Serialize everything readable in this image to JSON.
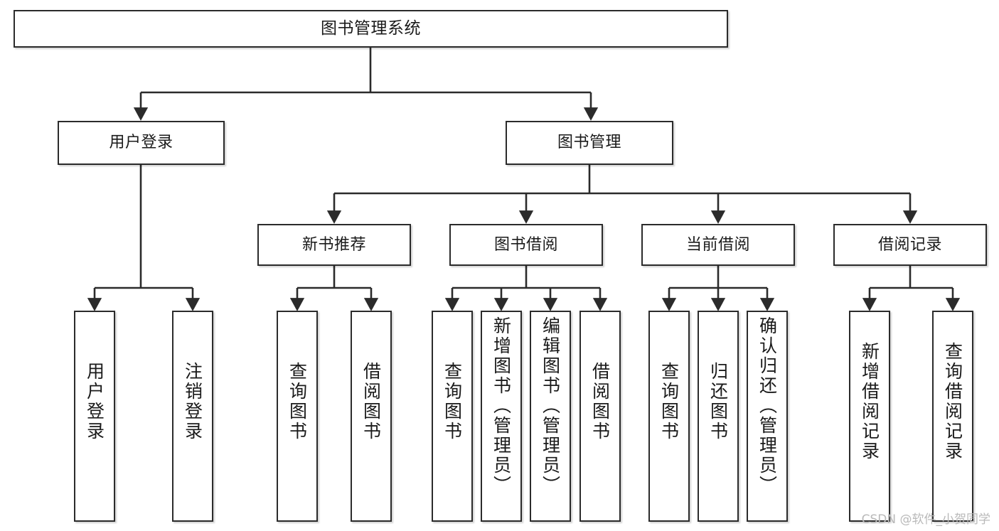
{
  "diagram": {
    "title": "图书管理系统",
    "type": "tree-hierarchy-diagram",
    "watermark": "CSDN @软件_小贺同学",
    "colors": {
      "background": "#ffffff",
      "box_border": "#2b2b2b",
      "box_fill": "#ffffff",
      "connector": "#2b2b2b",
      "text": "#1a1a1a",
      "watermark": "#b9b9b9"
    },
    "root": {
      "label": "图书管理系统"
    },
    "level2": [
      {
        "label": "用户登录"
      },
      {
        "label": "图书管理"
      }
    ],
    "level3": [
      {
        "label": "新书推荐"
      },
      {
        "label": "图书借阅"
      },
      {
        "label": "当前借阅"
      },
      {
        "label": "借阅记录"
      }
    ],
    "leaves": {
      "user_login": [
        {
          "label": "用户登录"
        },
        {
          "label": "注销登录"
        }
      ],
      "new_book_recommend": [
        {
          "label": "查询图书"
        },
        {
          "label": "借阅图书"
        }
      ],
      "book_borrow": [
        {
          "label": "查询图书"
        },
        {
          "label": "新增图书（管理员）"
        },
        {
          "label": "编辑图书（管理员）"
        },
        {
          "label": "借阅图书"
        }
      ],
      "current_borrow": [
        {
          "label": "查询图书"
        },
        {
          "label": "归还图书"
        },
        {
          "label": "确认归还（管理员）"
        }
      ],
      "borrow_records": [
        {
          "label": "新增借阅记录"
        },
        {
          "label": "查询借阅记录"
        }
      ]
    }
  }
}
